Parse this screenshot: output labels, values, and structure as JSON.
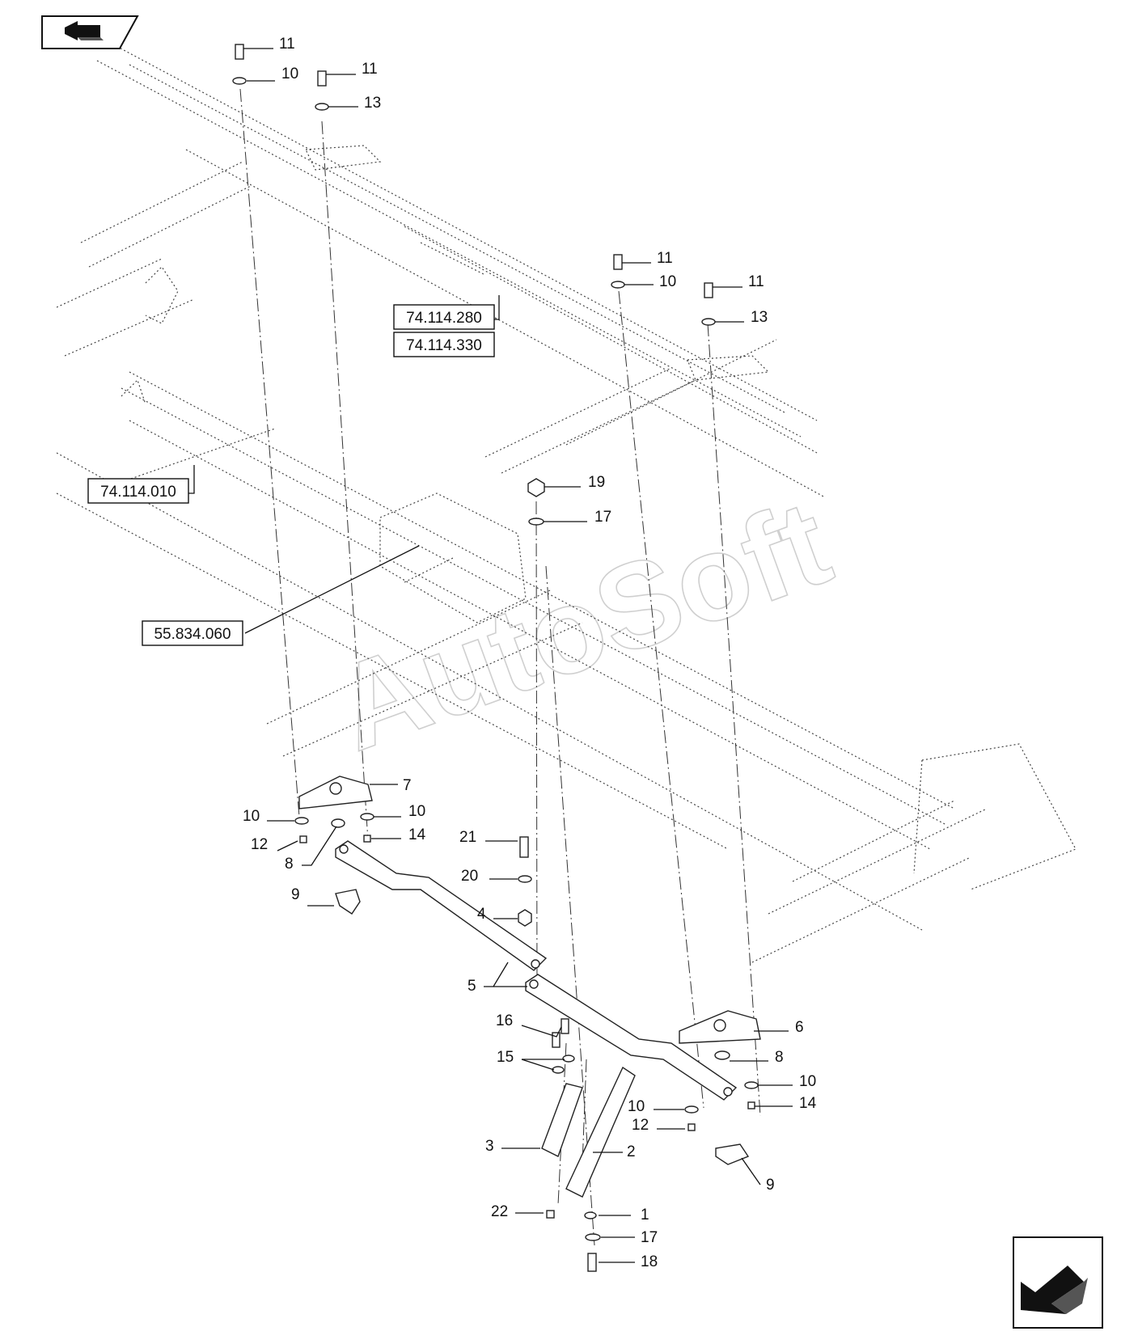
{
  "nav": {
    "prev_icon": "return-arrow-icon",
    "next_icon": "next-page-arrow-icon"
  },
  "references": [
    {
      "id": "ref-74-114-280",
      "text": "74.114.280"
    },
    {
      "id": "ref-74-114-330",
      "text": "74.114.330"
    },
    {
      "id": "ref-74-114-010",
      "text": "74.114.010"
    },
    {
      "id": "ref-55-834-060",
      "text": "55.834.060"
    }
  ],
  "callouts": {
    "c1": "1",
    "c2": "2",
    "c3": "3",
    "c4": "4",
    "c5": "5",
    "c6": "6",
    "c7": "7",
    "c8a": "8",
    "c8b": "8",
    "c9a": "9",
    "c9b": "9",
    "c10a": "10",
    "c10b": "10",
    "c10c": "10",
    "c10d": "10",
    "c10e": "10",
    "c10f": "10",
    "c11a": "11",
    "c11b": "11",
    "c11c": "11",
    "c11d": "11",
    "c12a": "12",
    "c12b": "12",
    "c13a": "13",
    "c13b": "13",
    "c14a": "14",
    "c14b": "14",
    "c15": "15",
    "c16": "16",
    "c17a": "17",
    "c17b": "17",
    "c18": "18",
    "c19": "19",
    "c20": "20",
    "c21": "21",
    "c22": "22"
  },
  "watermark": "AutoSoft"
}
